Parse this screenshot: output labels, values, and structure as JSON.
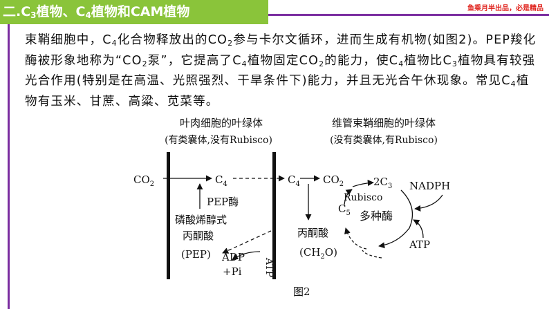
{
  "header": {
    "title_a": "二.C",
    "title_sub1": "3",
    "title_b": "植物、C",
    "title_sub2": "4",
    "title_c": "植物和CAM植物",
    "slogan": "鱼乘月半出品，必是精品",
    "bar_color": "#8ac43a",
    "line_color": "#7a2da0",
    "slogan_color": "#e0241e"
  },
  "paragraph": [
    {
      "t": "束鞘细胞中，C"
    },
    {
      "s": "4"
    },
    {
      "t": "化合物释放出的CO"
    },
    {
      "s": "2"
    },
    {
      "t": "参与卡尔文循环，进而生成有机物(如图2)。PEP羧化酶被形象地称为“CO"
    },
    {
      "s": "2"
    },
    {
      "t": "泵”，它提高了C"
    },
    {
      "s": "4"
    },
    {
      "t": "植物固定CO"
    },
    {
      "s": "2"
    },
    {
      "t": "的能力，使C"
    },
    {
      "s": "4"
    },
    {
      "t": "植物比C"
    },
    {
      "s": "3"
    },
    {
      "t": "植物具有较强光合作用(特别是在高温、光照强烈、干旱条件下)能力，并且无光合午休现象。常见C"
    },
    {
      "s": "4"
    },
    {
      "t": "植物有玉米、甘蔗、高粱、苋菜等。"
    }
  ],
  "diagram": {
    "mesophyll_title": "叶肉细胞的叶绿体",
    "mesophyll_note": "(有类囊体,没有Rubisco)",
    "bundle_title": "维管束鞘细胞的叶绿体",
    "bundle_note": "(没有类囊体,有Rubisco)",
    "co2_in": "CO",
    "co2_in_sub": "2",
    "c4_left": "C",
    "c4_left_sub": "4",
    "pep_enzyme": "PEP酶",
    "pep_line1": "磷酸烯醇式",
    "pep_line2": "丙酮酸",
    "pep_line3": "(PEP)",
    "adp": "ADP",
    "pi": "+Pi",
    "atp_vertical": "ATP",
    "c4_right": "C",
    "c4_right_sub": "4",
    "co2_right": "CO",
    "co2_right_sub": "2",
    "pyruvate": "丙酮酸",
    "ch2o_open": "(CH",
    "ch2o_sub": "2",
    "ch2o_close": "O)",
    "c3_prefix": "2C",
    "c3_sub": "3",
    "rubisco": "Rubisco",
    "c5": "C",
    "c5_sub": "5",
    "enzymes": "多种酶",
    "nadph": "NADPH",
    "atp_right": "ATP",
    "caption": "图2"
  }
}
